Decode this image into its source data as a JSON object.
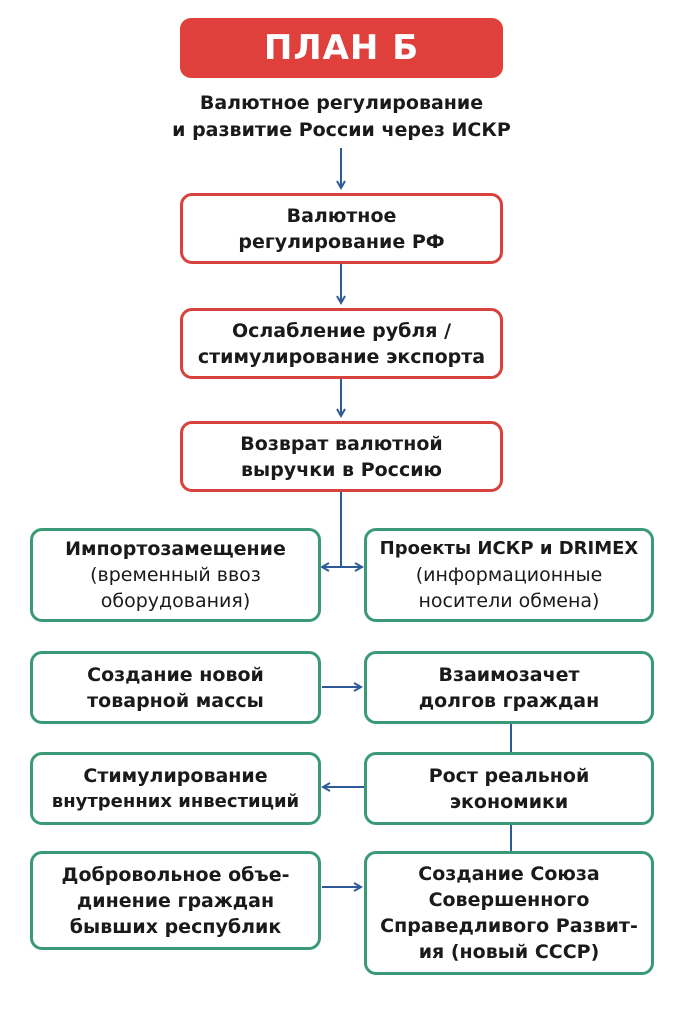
{
  "title": "ПЛАН Б",
  "subtitle": {
    "line1": "Валютное регулирование",
    "line2": "и развитие России через ИСКР"
  },
  "colors": {
    "title_bg": "#e0403b",
    "red_border": "#d8423d",
    "green_border": "#3a9a76",
    "arrow": "#2f5a98"
  },
  "steps": [
    {
      "line1": "Валютное",
      "line2": "регулирование РФ"
    },
    {
      "line1": "Ослабление рубля /",
      "line2": "стимулирование экспорта"
    },
    {
      "line1": "Возврат валютной",
      "line2": "выручки в Россию"
    }
  ],
  "boxes": {
    "import_substitution": {
      "line1": "Импортозамещение",
      "line2": "(временный ввоз",
      "line3": "оборудования)"
    },
    "projects": {
      "line1": "Проекты ИСКР и DRIMEX",
      "line2": "(информационные",
      "line3": "носители обмена)"
    },
    "new_goods": {
      "line1": "Создание новой",
      "line2": "товарной массы"
    },
    "debt_offset": {
      "line1": "Взаимозачет",
      "line2": "долгов граждан"
    },
    "investments": {
      "line1": "Стимулирование",
      "line2": "внутренних инвестиций"
    },
    "real_economy": {
      "line1": "Рост реальной",
      "line2": "экономики"
    },
    "unification": {
      "line1": "Добровольное объе-",
      "line2": "динение граждан",
      "line3": "бывших республик"
    },
    "union": {
      "line1": "Создание Союза",
      "line2": "Совершенного",
      "line3": "Справедливого Развит-",
      "line4": "ия (новый СССР)"
    }
  }
}
